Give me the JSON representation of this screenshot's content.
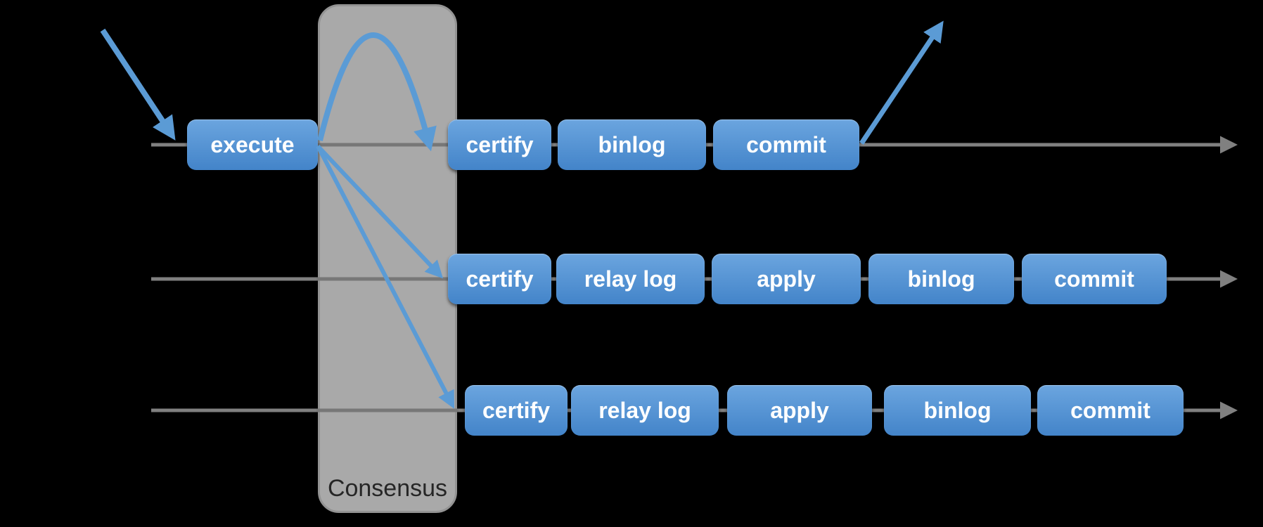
{
  "colors": {
    "background": "#000000",
    "lane_gray": "#808080",
    "arrow_blue": "#5b9bd5",
    "box_top": "#6ba5df",
    "box_bottom": "#4384c9",
    "box_text": "#ffffff",
    "consensus_fill": "#a9a9a9",
    "consensus_border": "#939393",
    "consensus_text": "#262626"
  },
  "consensus_label": "Consensus",
  "lanes": [
    {
      "name": "lane-1",
      "boxes": [
        {
          "label": "execute"
        },
        {
          "label": "certify"
        },
        {
          "label": "binlog"
        },
        {
          "label": "commit"
        }
      ]
    },
    {
      "name": "lane-2",
      "boxes": [
        {
          "label": "certify"
        },
        {
          "label": "relay log"
        },
        {
          "label": "apply"
        },
        {
          "label": "binlog"
        },
        {
          "label": "commit"
        }
      ]
    },
    {
      "name": "lane-3",
      "boxes": [
        {
          "label": "certify"
        },
        {
          "label": "relay log"
        },
        {
          "label": "apply"
        },
        {
          "label": "binlog"
        },
        {
          "label": "commit"
        }
      ]
    }
  ],
  "arrows": [
    {
      "name": "incoming-transaction-arrow"
    },
    {
      "name": "consensus-roundtrip-arc"
    },
    {
      "name": "broadcast-to-lane2-arrow"
    },
    {
      "name": "broadcast-to-lane3-arrow"
    },
    {
      "name": "commit-response-arrow"
    },
    {
      "name": "lane1-timeline-arrow"
    },
    {
      "name": "lane2-timeline-arrow"
    },
    {
      "name": "lane3-timeline-arrow"
    }
  ]
}
